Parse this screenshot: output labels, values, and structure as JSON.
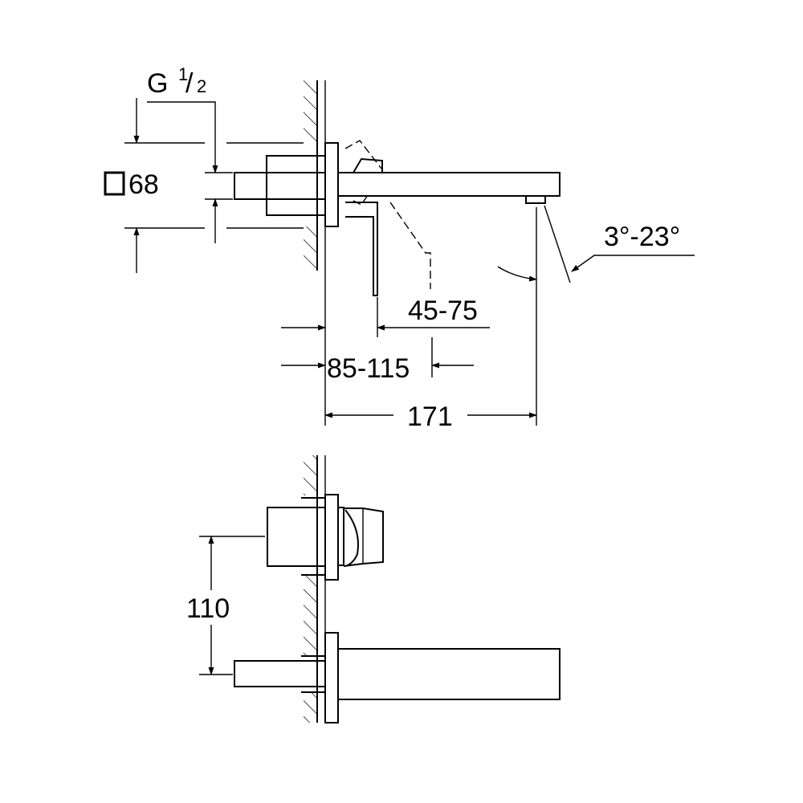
{
  "top_view": {
    "thread_label_prefix": "G",
    "thread_label_num": "1",
    "thread_label_den": "2",
    "square_size_label": "68",
    "lever_range_label": "45-75",
    "wall_depth_label": "85-115",
    "spout_length_label": "171",
    "angle_label": "3°-23°"
  },
  "front_view": {
    "spacing_label": "110"
  }
}
